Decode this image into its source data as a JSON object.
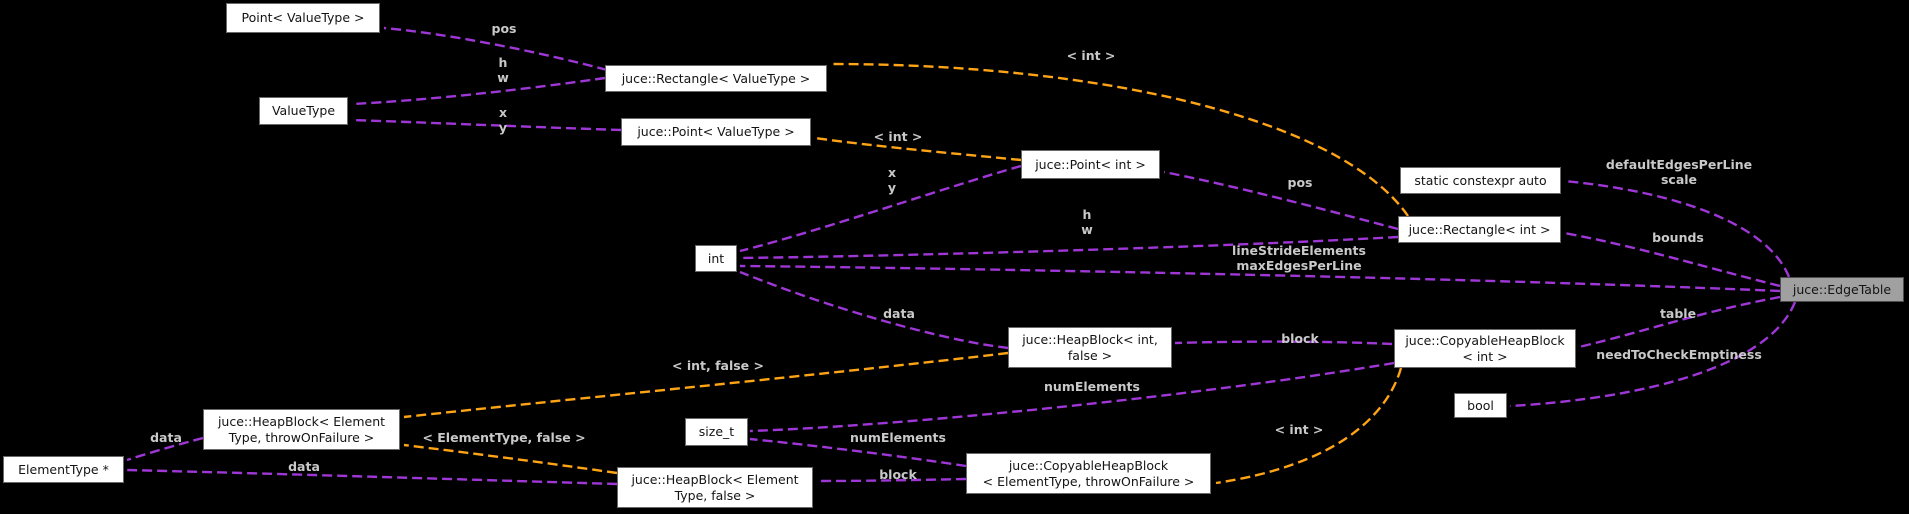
{
  "diagram": {
    "type": "doxygen-collaboration-graph",
    "focus_class": "juce::EdgeTable",
    "colors": {
      "background": "#000000",
      "usage_edge": "#9e37d6",
      "template_edge": "#ffa415",
      "edge_label_text": "#c9c9c9",
      "node_background": "#ffffff",
      "node_border": "#696969",
      "node_text": "#141414",
      "selected_node_background": "#a0a0a0"
    },
    "nodes": [
      {
        "label": "Point< ValueType >",
        "selected": false
      },
      {
        "label": "ValueType",
        "selected": false
      },
      {
        "label": "juce::Rectangle< ValueType >",
        "selected": false
      },
      {
        "label": "juce::Point< ValueType >",
        "selected": false
      },
      {
        "label": "juce::Point< int >",
        "selected": false
      },
      {
        "label": "static constexpr auto",
        "selected": false
      },
      {
        "label": "juce::Rectangle< int >",
        "selected": false
      },
      {
        "label": "juce::EdgeTable",
        "selected": true
      },
      {
        "label": "juce::HeapBlock< int,\nfalse >",
        "selected": false
      },
      {
        "label": "juce::CopyableHeapBlock\n< int >",
        "selected": false
      },
      {
        "label": "bool",
        "selected": false
      },
      {
        "label": "juce::HeapBlock< Element\nType, throwOnFailure >",
        "selected": false
      },
      {
        "label": "ElementType *",
        "selected": false
      },
      {
        "label": "size_t",
        "selected": false
      },
      {
        "label": "juce::HeapBlock< Element\nType, false >",
        "selected": false
      },
      {
        "label": "juce::CopyableHeapBlock\n< ElementType, throwOnFailure >",
        "selected": false
      },
      {
        "label": "int",
        "selected": false
      }
    ],
    "edges": [
      {
        "from": "juce::Rectangle< ValueType >",
        "to": "Point< ValueType >",
        "label": "pos",
        "kind": "usage"
      },
      {
        "from": "juce::Rectangle< ValueType >",
        "to": "ValueType",
        "label": "h\nw",
        "kind": "usage"
      },
      {
        "from": "juce::Point< ValueType >",
        "to": "ValueType",
        "label": "x\ny",
        "kind": "usage"
      },
      {
        "from": "juce::Rectangle< int >",
        "to": "juce::Rectangle< ValueType >",
        "label": "< int >",
        "kind": "template"
      },
      {
        "from": "juce::Point< int >",
        "to": "juce::Point< ValueType >",
        "label": "< int >",
        "kind": "template"
      },
      {
        "from": "juce::Point< int >",
        "to": "int",
        "label": "x\ny",
        "kind": "usage"
      },
      {
        "from": "juce::Rectangle< int >",
        "to": "juce::Point< int >",
        "label": "pos",
        "kind": "usage"
      },
      {
        "from": "juce::EdgeTable",
        "to": "static constexpr auto",
        "label": "defaultEdgesPerLine\nscale",
        "kind": "usage"
      },
      {
        "from": "juce::Rectangle< int >",
        "to": "int",
        "label": "h\nw",
        "kind": "usage"
      },
      {
        "from": "juce::EdgeTable",
        "to": "int",
        "label": "lineStrideElements\nmaxEdgesPerLine",
        "kind": "usage"
      },
      {
        "from": "juce::EdgeTable",
        "to": "juce::Rectangle< int >",
        "label": "bounds",
        "kind": "usage"
      },
      {
        "from": "juce::EdgeTable",
        "to": "juce::CopyableHeapBlock< int >",
        "label": "table",
        "kind": "usage"
      },
      {
        "from": "juce::EdgeTable",
        "to": "bool",
        "label": "needToCheckEmptiness",
        "kind": "usage"
      },
      {
        "from": "juce::CopyableHeapBlock< int >",
        "to": "juce::HeapBlock< int, false >",
        "label": "block",
        "kind": "usage"
      },
      {
        "from": "juce::HeapBlock< int, false >",
        "to": "int",
        "label": "data",
        "kind": "usage"
      },
      {
        "from": "juce::CopyableHeapBlock< int >",
        "to": "size_t",
        "label": "numElements",
        "kind": "usage"
      },
      {
        "from": "juce::HeapBlock< int, false >",
        "to": "juce::HeapBlock< ElementType, throwOnFailure >",
        "label": "< int, false >",
        "kind": "template"
      },
      {
        "from": "juce::CopyableHeapBlock< ElementType, throwOnFailure >",
        "to": "size_t",
        "label": "numElements",
        "kind": "usage"
      },
      {
        "from": "juce::HeapBlock< ElementType, false >",
        "to": "juce::HeapBlock< ElementType, throwOnFailure >",
        "label": "< ElementType, false >",
        "kind": "template"
      },
      {
        "from": "juce::CopyableHeapBlock< ElementType, throwOnFailure >",
        "to": "juce::HeapBlock< ElementType, false >",
        "label": "block",
        "kind": "usage"
      },
      {
        "from": "juce::HeapBlock< ElementType, throwOnFailure >",
        "to": "ElementType *",
        "label": "data",
        "kind": "usage"
      },
      {
        "from": "juce::HeapBlock< ElementType, false >",
        "to": "ElementType *",
        "label": "data",
        "kind": "usage"
      },
      {
        "from": "juce::CopyableHeapBlock< int >",
        "to": "juce::CopyableHeapBlock< ElementType, throwOnFailure >",
        "label": "< int >",
        "kind": "template"
      }
    ]
  }
}
